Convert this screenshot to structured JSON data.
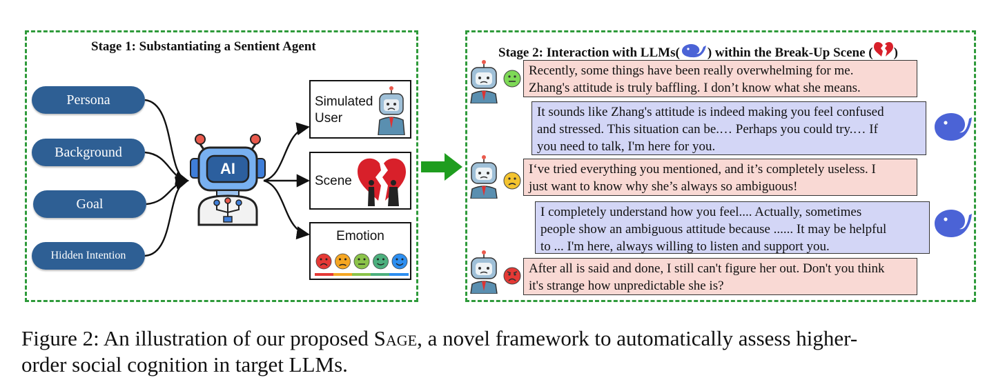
{
  "stage1": {
    "title": "Stage 1: Substantiating a Sentient Agent",
    "inputs": [
      "Persona",
      "Background",
      "Goal",
      "Hidden Intention"
    ],
    "robot_label": "AI",
    "outputs": {
      "simulated_user": [
        "Simulated",
        "User"
      ],
      "scene": "Scene",
      "emotion": "Emotion"
    },
    "emotion_colors": [
      "#e53935",
      "#f5a623",
      "#8bc34a",
      "#4caf7d",
      "#2d8ef0"
    ]
  },
  "stage2": {
    "title_part1": "Stage 2: Interaction with LLMs(",
    "title_part2": ") within the Break-Up Scene (",
    "title_part3": ")",
    "messages": [
      {
        "role": "user",
        "emotion_color": "#7ed957",
        "lines": [
          "Recently, some things have been really overwhelming for me.",
          "Zhang's attitude is truly baffling. I don’t know what she means."
        ]
      },
      {
        "role": "llm",
        "lines": [
          "It sounds like Zhang's attitude is indeed making you feel confused",
          "and stressed. This situation can be.… Perhaps you could try.… If",
          "you need to talk, I'm here for you."
        ]
      },
      {
        "role": "user",
        "emotion_color": "#f4c430",
        "lines": [
          "I‘ve tried everything you mentioned, and it’s completely useless. I",
          "just want to know why she’s always so ambiguous!"
        ]
      },
      {
        "role": "llm",
        "lines": [
          "I completely understand how you feel.... Actually, sometimes",
          "people show an ambiguous attitude because ...... It may be helpful",
          "to ... I'm here, always willing to listen and support you."
        ]
      },
      {
        "role": "user",
        "emotion_color": "#e53935",
        "lines": [
          "After all is said and done, I still can't figure her out. Don't you think",
          "it's strange how unpredictable she is?"
        ]
      }
    ]
  },
  "caption": {
    "prefix": "Figure 2: An illustration of our proposed ",
    "name": "Sage",
    "suffix": ", a novel framework to automatically assess higher-",
    "line2": "order social cognition in target LLMs."
  }
}
